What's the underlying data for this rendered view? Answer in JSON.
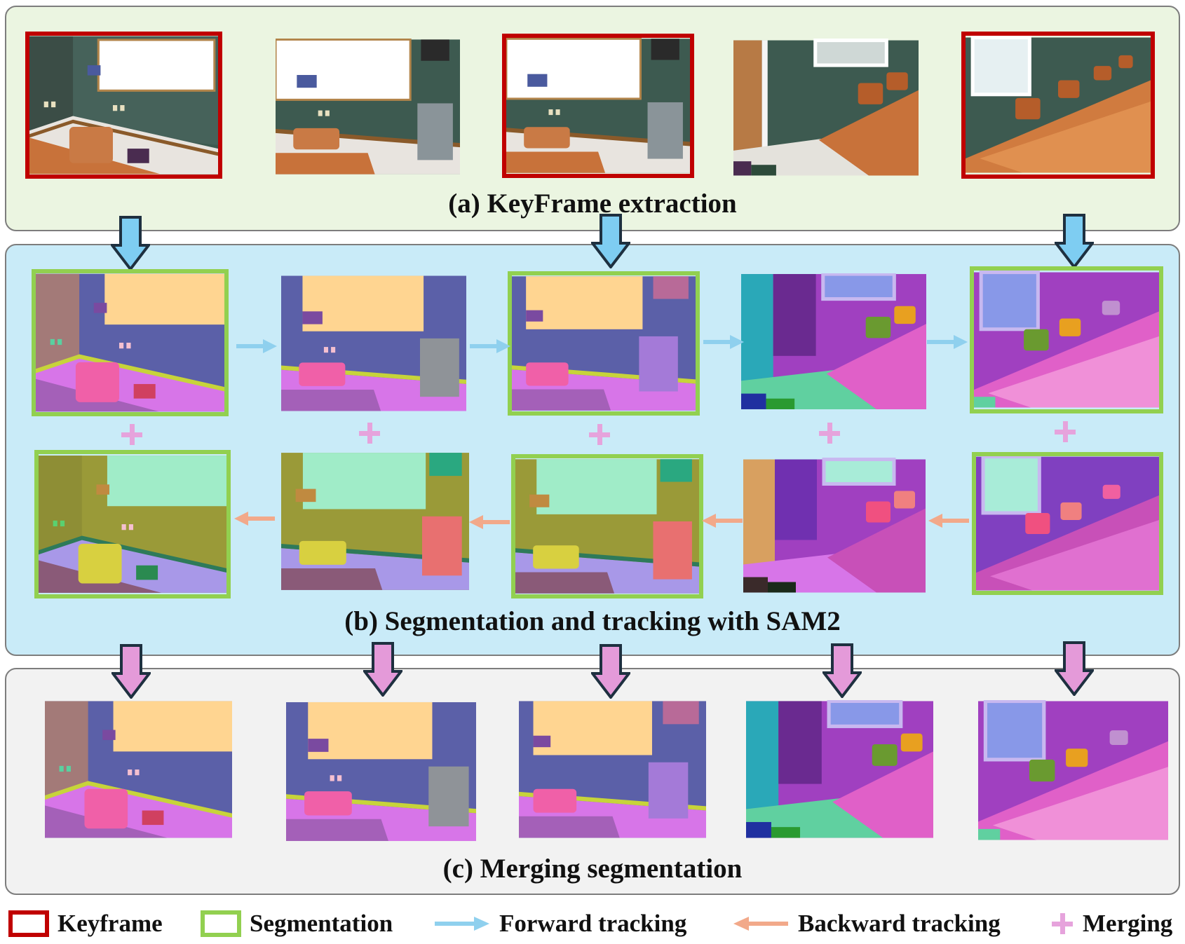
{
  "panels": {
    "a": {
      "title": "(a) KeyFrame extraction"
    },
    "b": {
      "title": "(b) Segmentation and tracking with SAM2"
    },
    "c": {
      "title": "(c) Merging segmentation"
    }
  },
  "legend": {
    "keyframe": "Keyframe",
    "segmentation": "Segmentation",
    "forward": "Forward tracking",
    "backward": "Backward tracking",
    "merging": "Merging"
  },
  "colors": {
    "keyframe_border": "#c00000",
    "segmentation_border": "#92d050",
    "forward_arrow": "#8fd0ee",
    "backward_arrow": "#f2a98a",
    "merge_plus": "#e6a3dc",
    "down_arrow_blue": "#7ecdf2",
    "down_arrow_pink": "#e49ad9",
    "panel_a_bg": "#ebf5e1",
    "panel_b_bg": "#c9ebf8",
    "panel_c_bg": "#f2f2f2"
  },
  "keyframes": [
    true,
    false,
    true,
    false,
    true
  ],
  "segmentation_frames_top": [
    true,
    false,
    true,
    false,
    true
  ],
  "segmentation_frames_bottom": [
    true,
    false,
    true,
    false,
    true
  ]
}
